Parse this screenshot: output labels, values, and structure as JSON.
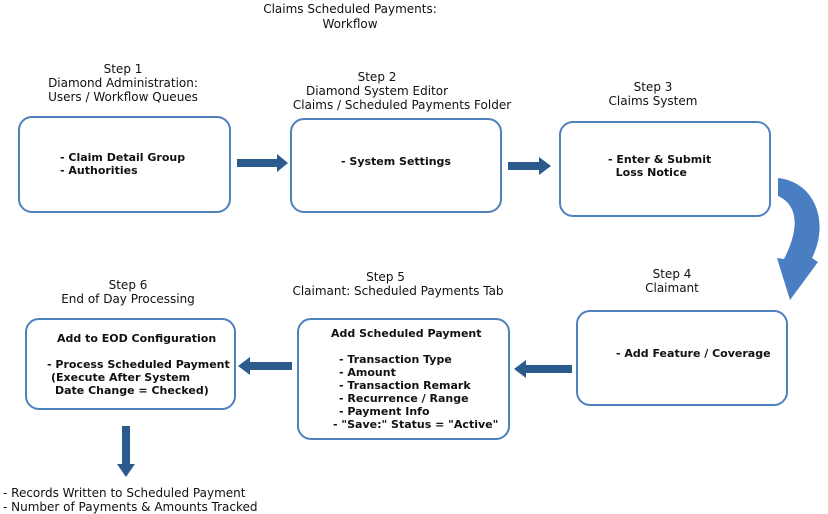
{
  "title": {
    "line1": "Claims Scheduled Payments:",
    "line2": "Workflow"
  },
  "colors": {
    "box_border": "#4f81bd",
    "arrow_fill": "#2d5a8c",
    "curved_arrow_fill": "#4a7ec2"
  },
  "steps": [
    {
      "label": "Step 1",
      "name_lines": [
        "Diamond Administration:",
        "Users / Workflow Queues"
      ],
      "box_lines": [
        "- Claim Detail Group",
        "- Authorities"
      ]
    },
    {
      "label": "Step 2",
      "name_lines": [
        "Diamond System Editor",
        "Claims / Scheduled Payments Folder"
      ],
      "box_lines": [
        "- System Settings"
      ]
    },
    {
      "label": "Step 3",
      "name_lines": [
        "Claims System"
      ],
      "box_lines": [
        "- Enter & Submit",
        "  Loss Notice"
      ]
    },
    {
      "label": "Step 4",
      "name_lines": [
        "Claimant"
      ],
      "box_lines": [
        "- Add Feature / Coverage"
      ]
    },
    {
      "label": "Step 5",
      "name_lines": [
        "Claimant: Scheduled Payments Tab"
      ],
      "box_heading": "Add Scheduled Payment",
      "box_lines": [
        "- Transaction Type",
        "- Amount",
        "- Transaction Remark",
        "- Recurrence / Range",
        "- Payment Info",
        "- \"Save:\" Status = \"Active\""
      ]
    },
    {
      "label": "Step 6",
      "name_lines": [
        "End of Day Processing"
      ],
      "box_heading": "Add to EOD Configuration",
      "box_lines": [
        "- Process Scheduled Payment",
        "(Execute After System",
        "Date Change = Checked)"
      ]
    }
  ],
  "result_lines": [
    "- Records Written to Scheduled Payment",
    "- Number of Payments & Amounts Tracked"
  ]
}
